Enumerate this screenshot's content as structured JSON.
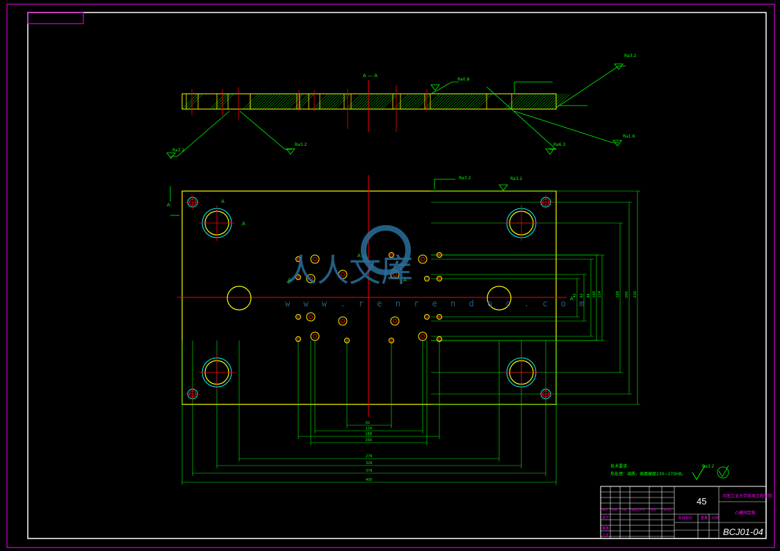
{
  "drawing": {
    "section_label": "A — A",
    "section_markers": [
      "A",
      "A",
      "A",
      "A",
      "A",
      "A",
      "A"
    ],
    "roughness_labels": [
      "Ra3.2",
      "Ra3.2",
      "Ra6.3",
      "Ra3.2",
      "Ra1.6",
      "Ra0.8",
      "Ra3.2",
      "Ra3.2"
    ],
    "dims_bottom": [
      "62",
      "124",
      "168",
      "200",
      "276",
      "326",
      "376",
      "400"
    ],
    "dims_right": [
      "42",
      "62",
      "84",
      "106",
      "124",
      "168",
      "200",
      "226"
    ],
    "tech_notes_title": "技术要求",
    "tech_notes_body": "热处理：调质，表面硬度230~270HB。",
    "surface_finish_all": "Ra3.2"
  },
  "title_block": {
    "material": "45",
    "institution": "河南工业大学机电工程学院",
    "part_name": "凸模固定板",
    "drawing_no": "BCJ01-04",
    "scale_label": "比例",
    "weight_label": "重量",
    "stage_label": "阶段标记",
    "designer_label": "设计",
    "checker_label": "审核",
    "process_label": "工艺",
    "rev_headers": [
      "标记",
      "处数",
      "分区",
      "更改文件号",
      "签名",
      "年月日"
    ]
  },
  "watermark": {
    "text": "人人文库",
    "url": "w w w . r e n r e n d o c . c o m"
  },
  "colors": {
    "frame": "#ff00ff",
    "outline": "#ffff00",
    "center": "#ff0000",
    "dim": "#00ff00",
    "hole": "#00ffff",
    "hatch": "#00ff00"
  }
}
